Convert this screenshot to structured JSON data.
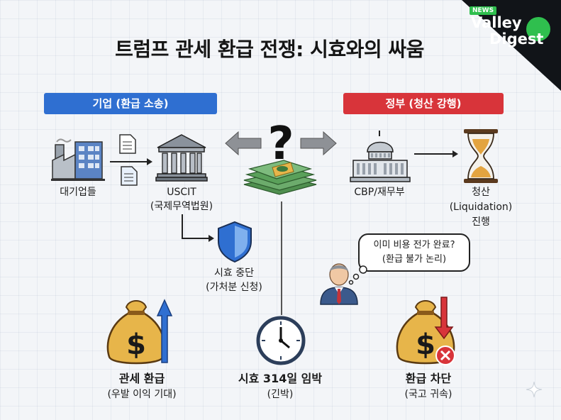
{
  "title": "트럼프 관세 환급 전쟁: 시효와의 싸움",
  "brand": {
    "news": "NEWS",
    "valley": "Valley",
    "digest": "Digest",
    "accent": "#2fbf4e"
  },
  "left_header": "기업 (환급 소송)",
  "right_header": "정부 (청산 강행)",
  "nodes": {
    "companies": "대기업들",
    "uscit_name": "USCIT",
    "uscit_sub": "(국제무역법원)",
    "stay_title": "시효 중단",
    "stay_sub": "(가처분 신청)",
    "cbp": "CBP/재무부",
    "liq_line1": "청산",
    "liq_line2": "(Liquidation)",
    "liq_line3": "진행"
  },
  "speech": {
    "line1": "이미 비용 전가 완료?",
    "line2": "(환급 불가 논리)"
  },
  "bottom": {
    "refund_title": "관세 환급",
    "refund_sub": "(우발 이익 기대)",
    "clock_title": "시효 314일 임박",
    "clock_sub": "(긴박)",
    "block_title": "환급 차단",
    "block_sub": "(국고 귀속)"
  },
  "colors": {
    "blue": "#2f6fd1",
    "red": "#d8343a",
    "gold": "#e7b54a",
    "money": "#5aa05a"
  },
  "icons": {
    "factory": "factory-icon",
    "document": "document-icon",
    "courthouse": "courthouse-icon",
    "shield": "shield-icon",
    "question": "question-icon",
    "cash": "cash-icon",
    "capitol": "capitol-icon",
    "hourglass": "hourglass-icon",
    "official": "official-icon",
    "moneybag_up": "moneybag-up-icon",
    "clock": "clock-icon",
    "moneybag_blocked": "moneybag-blocked-icon"
  }
}
